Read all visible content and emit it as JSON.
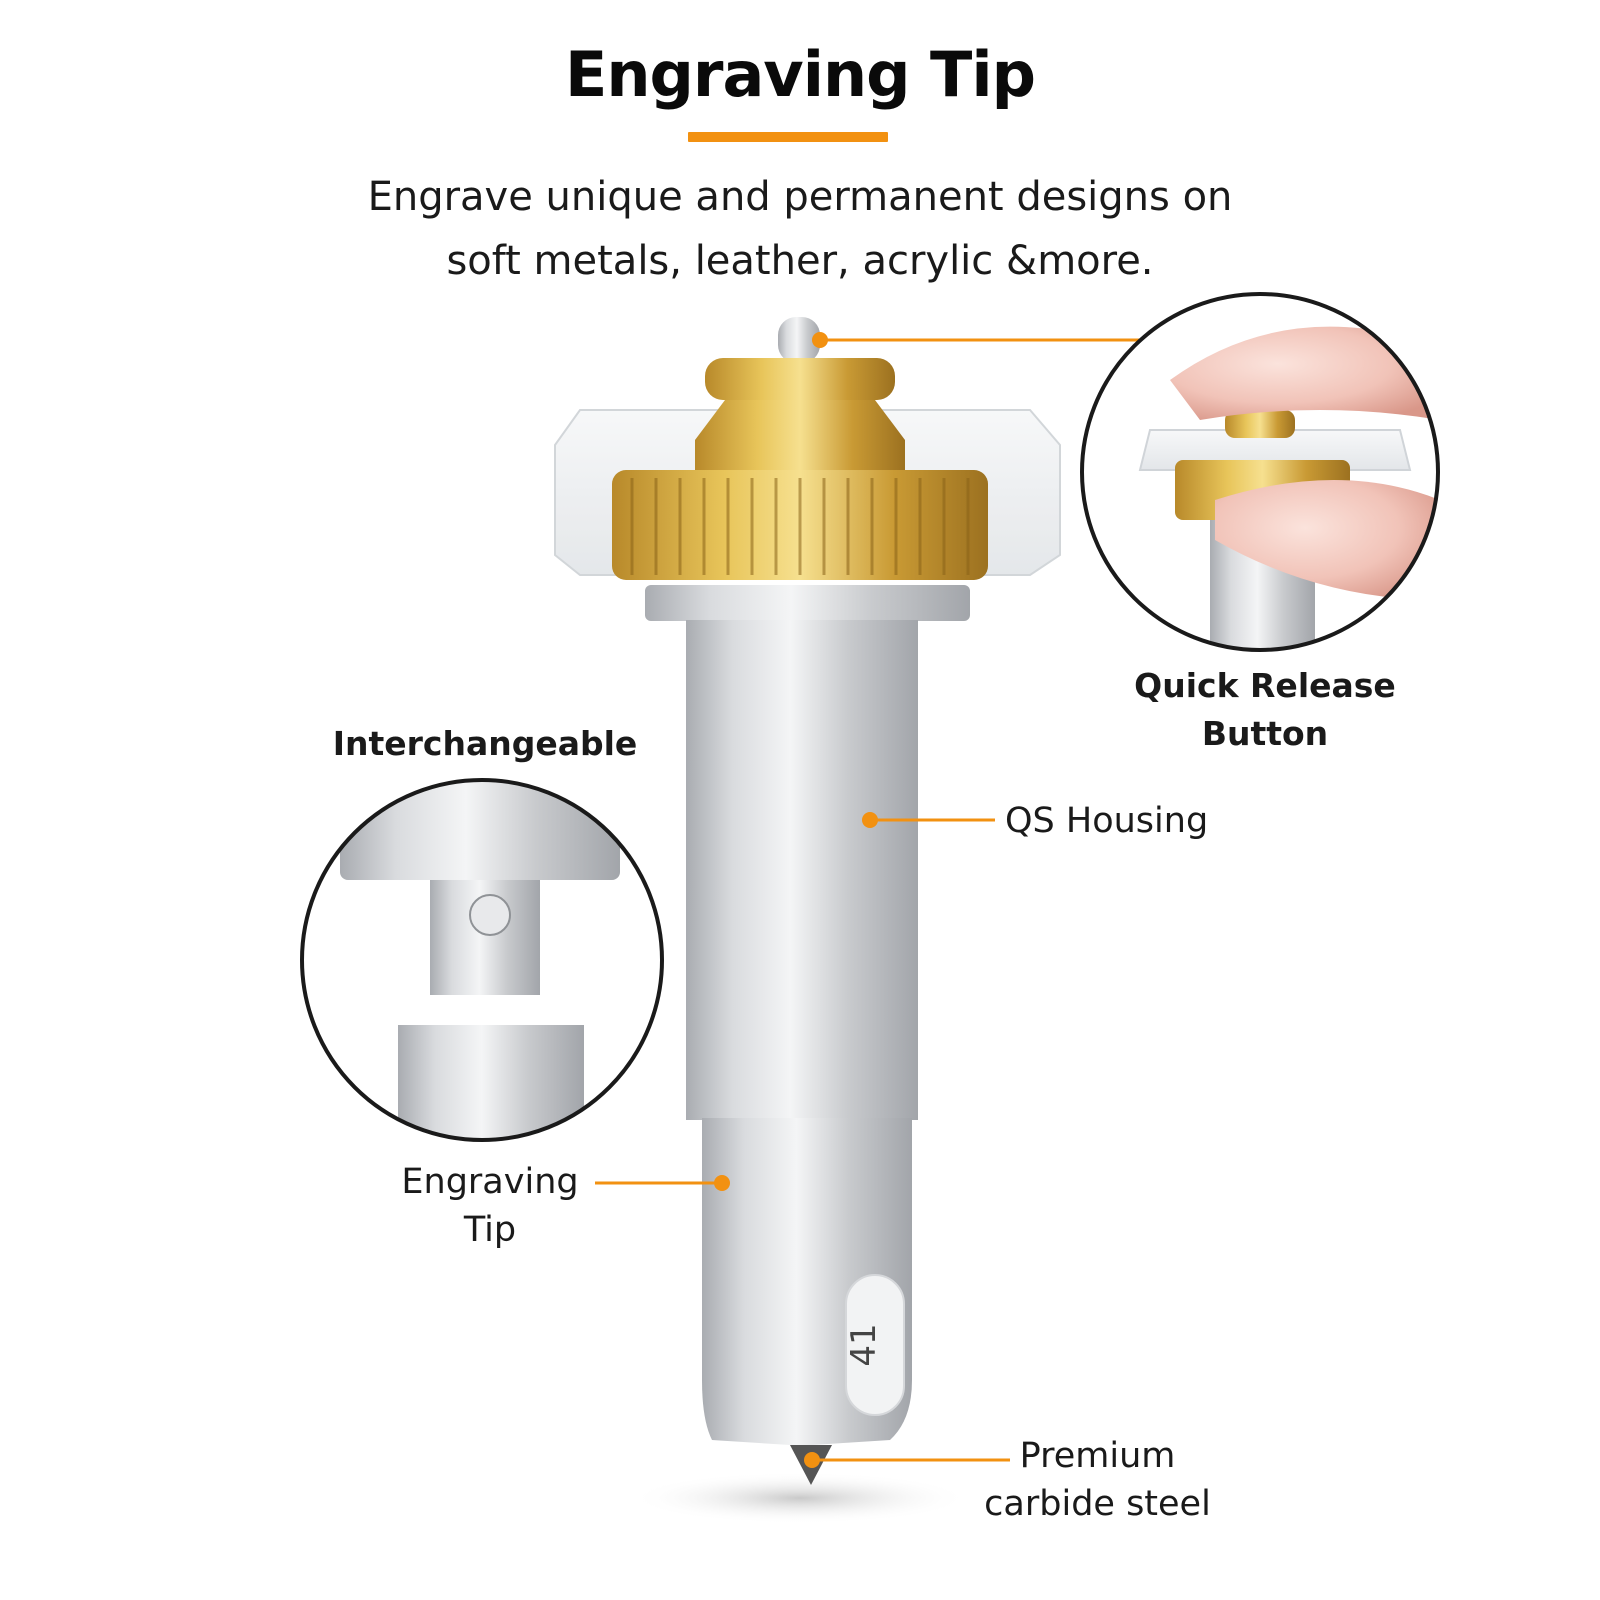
{
  "header": {
    "title": "Engraving Tip",
    "subtitle_line1": "Engrave unique and permanent designs on",
    "subtitle_line2": "soft metals, leather, acrylic &more."
  },
  "callouts": {
    "quick_release_line1": "Quick Release",
    "quick_release_line2": "Button",
    "interchangeable": "Interchangeable",
    "qs_housing": "QS Housing",
    "engraving_tip_line1": "Engraving",
    "engraving_tip_line2": "Tip",
    "premium_line1": "Premium",
    "premium_line2": "carbide steel"
  },
  "product": {
    "model_number": "41"
  },
  "colors": {
    "accent": "#f29111",
    "brass": "#d4a93a",
    "silver": "#c9cbcf"
  }
}
